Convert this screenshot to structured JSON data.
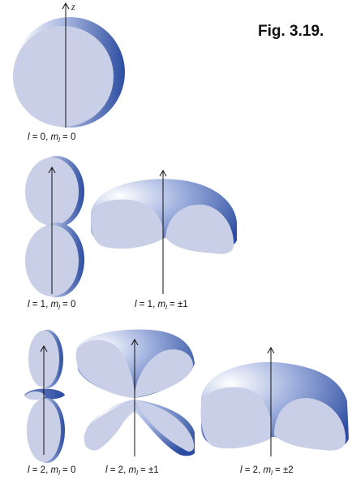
{
  "figure_label": "Fig. 3.19.",
  "axis_label": "z",
  "orbitals": [
    {
      "l": "0",
      "ml": "0"
    },
    {
      "l": "1",
      "ml": "0"
    },
    {
      "l": "1",
      "ml": "±1"
    },
    {
      "l": "2",
      "ml": "0"
    },
    {
      "l": "2",
      "ml": "±1"
    },
    {
      "l": "2",
      "ml": "±2"
    }
  ],
  "colors": {
    "face": "#c8cfe6",
    "shell_highlight": "#ffffff",
    "shell_mid": "#8ea3d6",
    "shell_dark": "#2c4da0"
  }
}
